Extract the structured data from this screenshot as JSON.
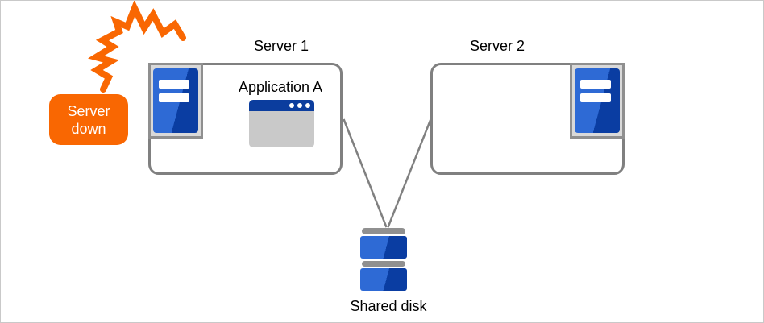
{
  "badge": {
    "line1": "Server",
    "line2": "down"
  },
  "server1": {
    "label": "Server 1",
    "app_label": "Application A"
  },
  "server2": {
    "label": "Server 2"
  },
  "shared_disk": {
    "label": "Shared disk"
  },
  "icons": {
    "crash": "crash-flash-icon",
    "server_tower": "server-tower-icon",
    "app_window": "app-window-icon",
    "shared_disk": "shared-disk-icon"
  },
  "colors": {
    "accent_orange": "#F96702",
    "server_blue_light": "#2E6AD5",
    "server_blue_dark": "#0A3DA2",
    "titlebar_blue": "#0B3D9E",
    "outline_gray": "#808080",
    "panel_gray": "#D9D9D9",
    "panel_border_gray": "#8F8F8F",
    "window_body_gray": "#C9C9C9",
    "disk_bar_gray": "#909090",
    "canvas_border": "#C9C9C9"
  }
}
